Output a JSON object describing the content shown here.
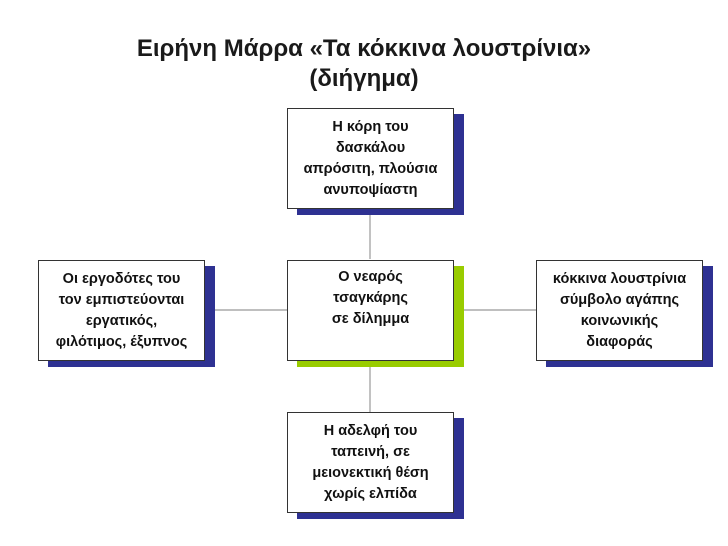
{
  "title": {
    "line1": "Ειρήνη Μάρρα «Τα κόκκινα λουστρίνια»",
    "line2": "(διήγημα)"
  },
  "nodes": {
    "top": {
      "lines": [
        "Η κόρη του",
        "δασκάλου",
        "απρόσιτη, πλούσια",
        "ανυποψίαστη"
      ]
    },
    "left": {
      "lines": [
        "Οι εργοδότες του",
        "τον εμπιστεύονται",
        "εργατικός,",
        "φιλότιμος, έξυπνος"
      ]
    },
    "center": {
      "lines": [
        "Ο νεαρός",
        "τσαγκάρης",
        "σε δίλημμα"
      ]
    },
    "right": {
      "lines": [
        "κόκκινα λουστρίνια",
        "σύμβολο αγάπης",
        "κοινωνικής",
        "διαφοράς"
      ]
    },
    "bottom": {
      "lines": [
        "Η αδελφή του",
        "ταπεινή, σε",
        "μειονεκτική θέση",
        "χωρίς ελπίδα"
      ]
    }
  },
  "colors": {
    "shadow_default": "#2e3192",
    "shadow_center": "#99cc00",
    "connector": "#999999"
  }
}
